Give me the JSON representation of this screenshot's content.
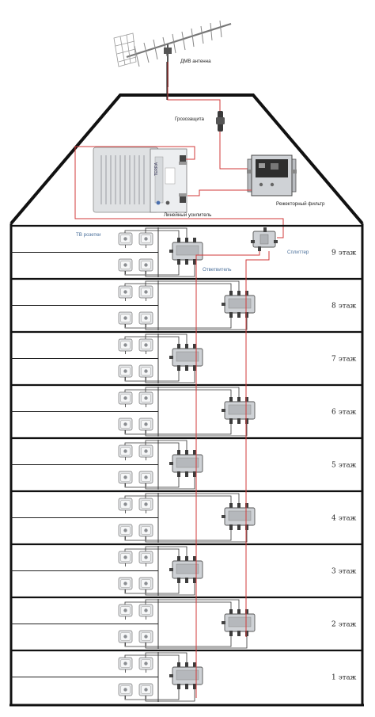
{
  "labels": {
    "antenna": "ДМВ антенна",
    "lightning": "Грозозащита",
    "amplifier": "Линейный усилитель",
    "notch_filter": "Режекторный фильтр",
    "tv_sockets": "ТВ розетки",
    "splitter": "Сплиттер",
    "tap": "Ответвитель",
    "amp_brand": "TERRA"
  },
  "floor_word": "этаж",
  "floors": [
    {
      "number": "9",
      "tap_side": "left"
    },
    {
      "number": "8",
      "tap_side": "right"
    },
    {
      "number": "7",
      "tap_side": "left"
    },
    {
      "number": "6",
      "tap_side": "right"
    },
    {
      "number": "5",
      "tap_side": "left"
    },
    {
      "number": "4",
      "tap_side": "right"
    },
    {
      "number": "3",
      "tap_side": "left"
    },
    {
      "number": "2",
      "tap_side": "right"
    },
    {
      "number": "1",
      "tap_side": "left"
    }
  ],
  "colors": {
    "wall": "#111111",
    "cable_trunk": "#d23a3a",
    "cable_drop": "#333333",
    "device": "#cfd2d6",
    "socket": "#e4e6e8"
  },
  "icons": [
    "antenna-icon",
    "lightning-protector-icon",
    "amplifier-icon",
    "notch-filter-icon",
    "splitter-icon",
    "tap-icon",
    "tv-socket-icon"
  ]
}
